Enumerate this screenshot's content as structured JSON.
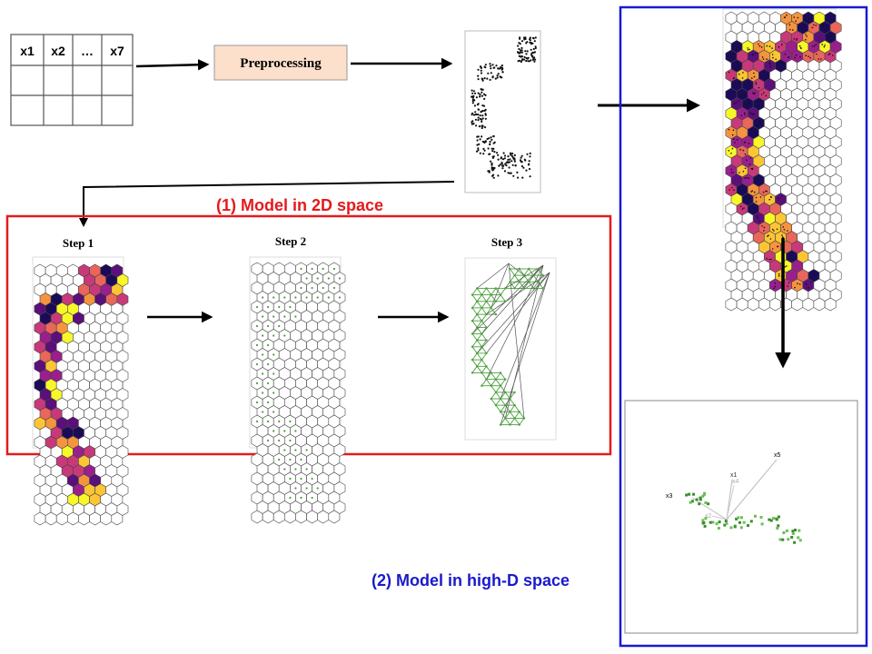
{
  "input_table": {
    "headers": [
      "x1",
      "x2",
      "…",
      "x7"
    ],
    "empty_rows": 2
  },
  "preprocessing": {
    "label": "Preprocessing"
  },
  "model_2d": {
    "title": "(1) Model in 2D space",
    "steps": [
      {
        "label": "Step 1"
      },
      {
        "label": "Step 2"
      },
      {
        "label": "Step 3"
      }
    ]
  },
  "model_highd": {
    "title": "(2) Model in high-D space",
    "variable_labels": [
      "x1",
      "x2",
      "x3",
      "x4",
      "x5"
    ]
  },
  "colors": {
    "red": "#e31a1c",
    "blue": "#1a1acc",
    "hex_fill_scale": [
      "#1b0b57",
      "#5b0f7a",
      "#9a1f8c",
      "#c8397a",
      "#e8675a",
      "#f5943f",
      "#fbc535",
      "#f7f72a"
    ],
    "green": "#4a9f3a"
  }
}
